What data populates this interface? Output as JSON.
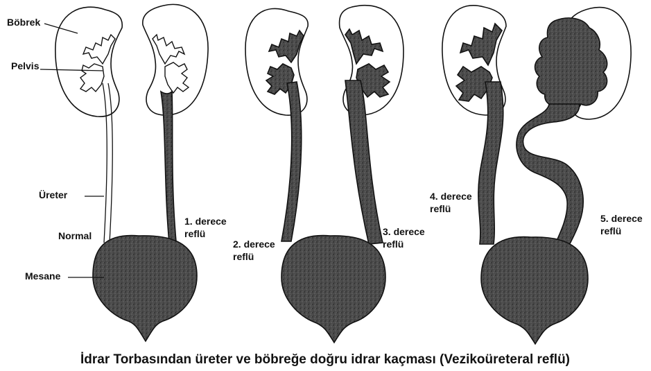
{
  "labels": {
    "kidney": "Böbrek",
    "pelvis": "Pelvis",
    "ureter": "Üreter",
    "normal": "Normal",
    "bladder": "Mesane",
    "grade1_line1": "1. derece",
    "grade1_line2": "reflü",
    "grade2_line1": "2. derece",
    "grade2_line2": "reflü",
    "grade3_line1": "3. derece",
    "grade3_line2": "reflü",
    "grade4_line1": "4. derece",
    "grade4_line2": "reflü",
    "grade5_line1": "5. derece",
    "grade5_line2": "reflü"
  },
  "caption": "İdrar Torbasından üreter ve böbreğe doğru idrar kaçması (Vezikoüreteral reflü)",
  "colors": {
    "line": "#111111",
    "fill_dark": "#4a4a4a",
    "background": "#ffffff"
  }
}
